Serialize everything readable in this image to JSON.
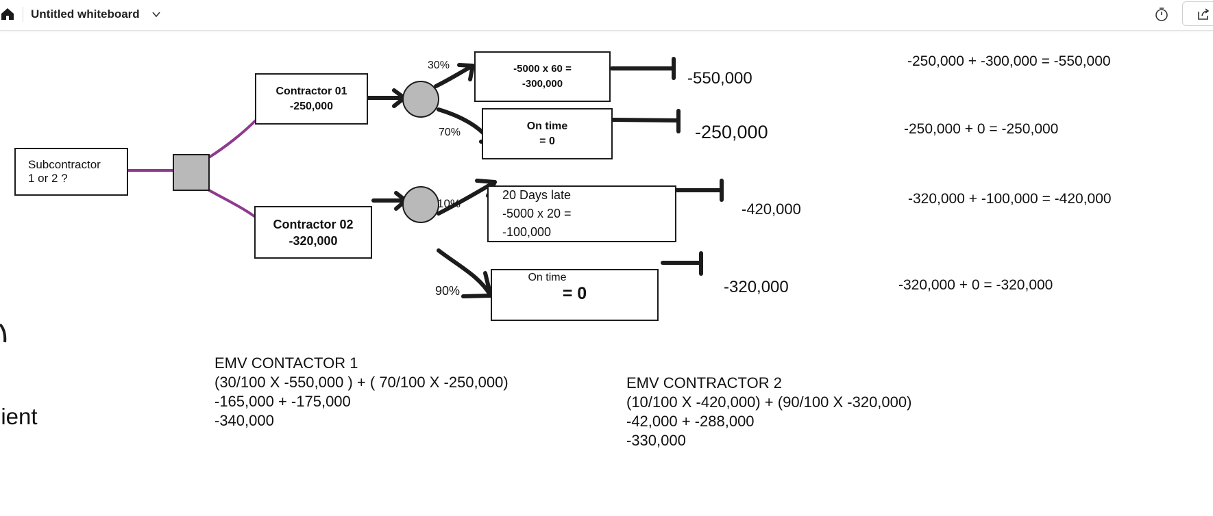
{
  "toolbar": {
    "title": "Untitled whiteboard",
    "home_icon": "home-icon",
    "chevron_icon": "chevron-down-icon",
    "timer_icon": "timer-icon",
    "share_icon": "share-icon"
  },
  "colors": {
    "ink": "#1c1c1c",
    "purple": "#8e3a8e",
    "node_fill": "#b9b9b9"
  },
  "tree": {
    "decision_box": {
      "line1": "Subcontractor",
      "line2": "1 or 2 ?"
    },
    "contractor1": {
      "name": "Contractor 01",
      "cost": "-250,000"
    },
    "contractor2": {
      "name": "Contractor 02",
      "cost": "-320,000"
    },
    "c1_late": {
      "line1": "-5000 x 60 =",
      "line2": "-300,000"
    },
    "c1_ontime": {
      "line1": "On time",
      "line2": "= 0"
    },
    "c2_late": {
      "line1": "20 Days late",
      "line2": "-5000 x 20 =",
      "line3": "-100,000"
    },
    "c2_ontime": {
      "line1": "On time",
      "line2": "= 0"
    },
    "prob": {
      "p30": "30%",
      "p70": "70%",
      "p10": "10%",
      "p90": "90%"
    },
    "outcome": {
      "o1": "-550,000",
      "o2": "-250,000",
      "o3": "-420,000",
      "o4": "-320,000"
    }
  },
  "sums": {
    "s1": "-250,000 + -300,000 = -550,000",
    "s2": "-250,000 + 0 = -250,000",
    "s3": "-320,000 + -100,000 = -420,000",
    "s4": "-320,000 + 0 = -320,000"
  },
  "emv1": {
    "title": "EMV CONTACTOR 1",
    "line1": "(30/100 X -550,000 ) + ( 70/100 X -250,000)",
    "line2": "-165,000 + -175,000",
    "line3": "-340,000"
  },
  "emv2": {
    "title": "EMV CONTRACTOR 2",
    "line1": "(10/100 X -420,000) +  (90/100 X -320,000)",
    "line2": "-42,000 + -288,000",
    "line3": "-330,000"
  },
  "partial_label": "lient"
}
